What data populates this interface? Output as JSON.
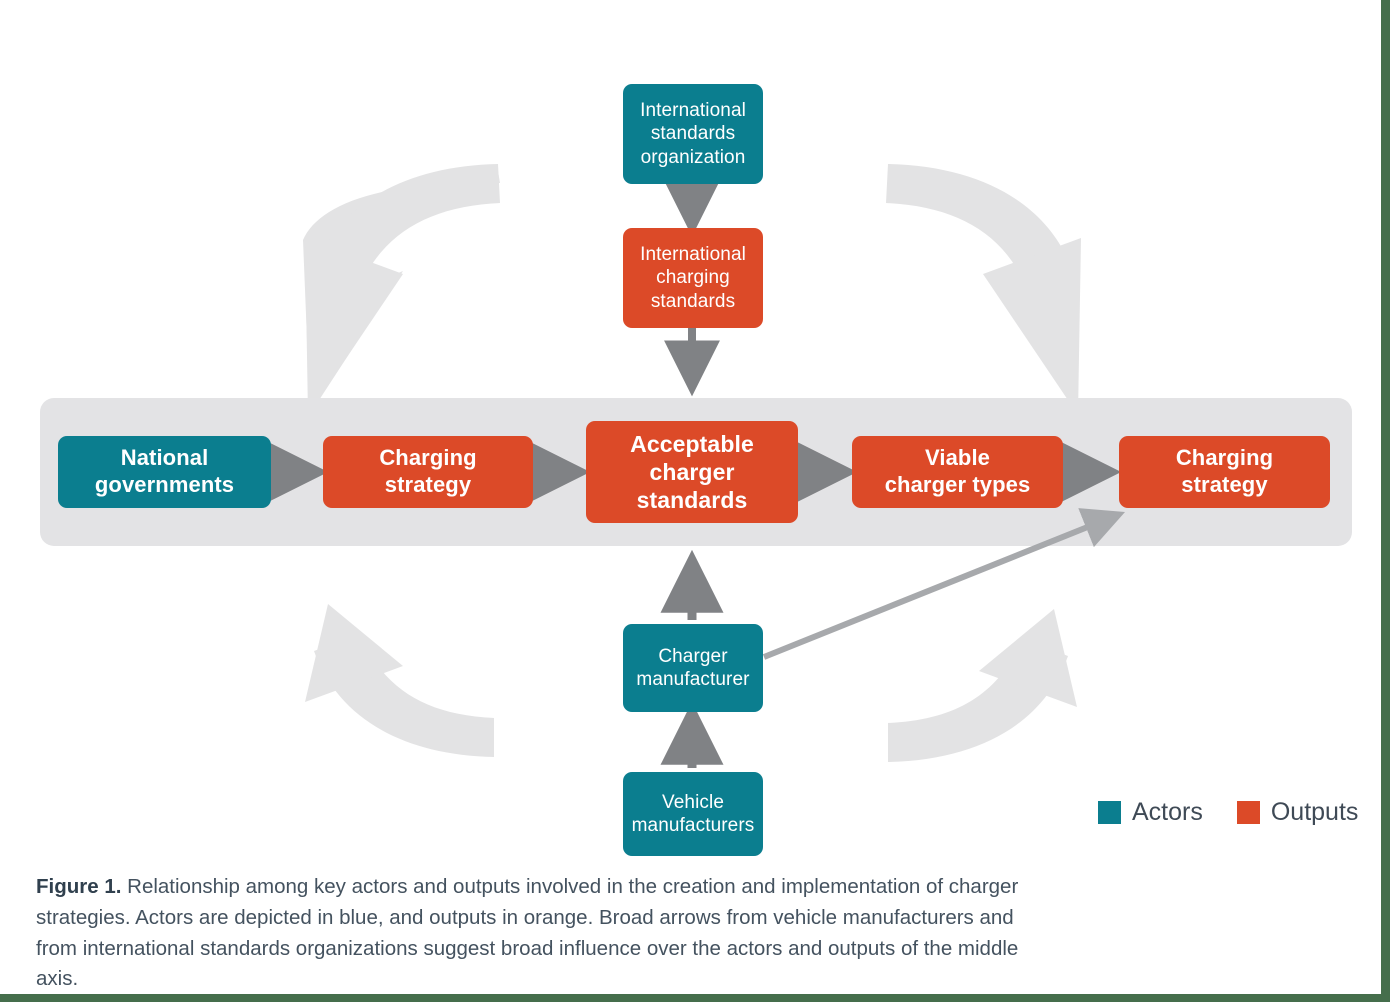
{
  "figure": {
    "nodes": [
      {
        "id": "international-standards-organization",
        "label": "International\nstandards\norganization",
        "type": "actor",
        "role": "Actor"
      },
      {
        "id": "international-charging-standards",
        "label": "International\ncharging\nstandards",
        "type": "output",
        "role": "Output"
      },
      {
        "id": "national-governments",
        "label": "National\ngovernments",
        "type": "actor",
        "role": "Actor"
      },
      {
        "id": "charging-strategy-left",
        "label": "Charging\nstrategy",
        "type": "output",
        "role": "Output"
      },
      {
        "id": "acceptable-charger-standards",
        "label": "Acceptable\ncharger\nstandards",
        "type": "output",
        "role": "Output"
      },
      {
        "id": "viable-charger-types",
        "label": "Viable\ncharger types",
        "type": "output",
        "role": "Output"
      },
      {
        "id": "charging-strategy-right",
        "label": "Charging\nstrategy",
        "type": "output",
        "role": "Output"
      },
      {
        "id": "charger-manufacturer",
        "label": "Charger\nmanufacturer",
        "type": "actor",
        "role": "Actor"
      },
      {
        "id": "vehicle-manufacturers",
        "label": "Vehicle\nmanufacturers",
        "type": "actor",
        "role": "Actor"
      }
    ],
    "legend": {
      "items": [
        {
          "label": "Actors",
          "color": "#0b7e8f"
        },
        {
          "label": "Outputs",
          "color": "#dc4a28"
        }
      ]
    },
    "colors": {
      "actor": "#0b7e8f",
      "output": "#dc4a28",
      "band": "#e3e3e5",
      "connector_arrow": "#808285",
      "broad_arrow": "#e3e3e4",
      "page_accent": "#456e4c",
      "caption_text": "#44525f"
    },
    "caption": {
      "label": "Figure 1.",
      "text": " Relationship among key actors and outputs involved in the creation and implementation of charger strategies. Actors are depicted in blue, and outputs in orange. Broad arrows from vehicle manufacturers and from international standards organizations suggest broad influence over the actors and outputs of the middle axis."
    }
  }
}
